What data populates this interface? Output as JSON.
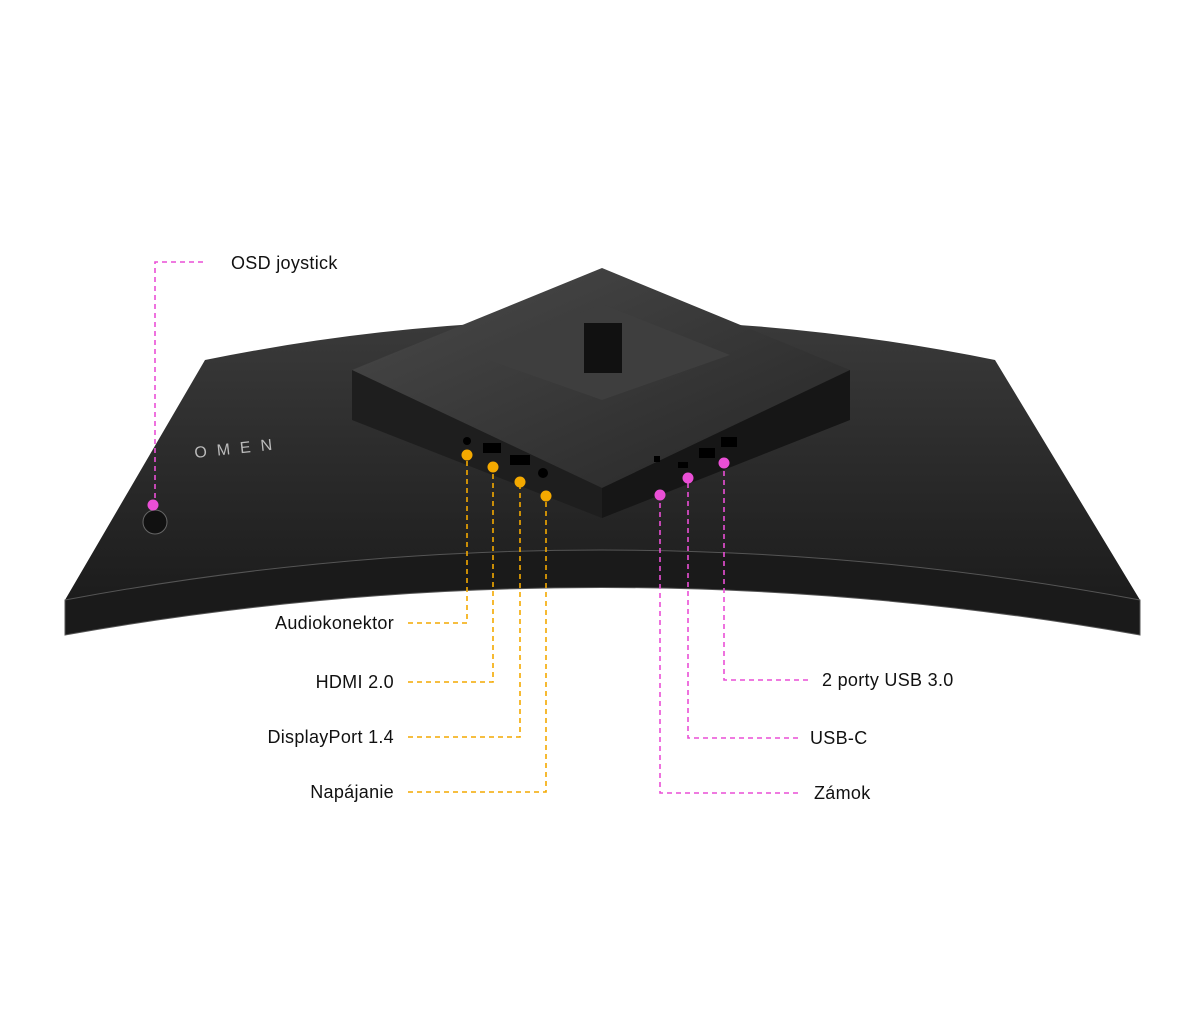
{
  "brand_logo": "OMEN",
  "colors": {
    "left_callout": "#f4a900",
    "right_callout": "#ea4fd6",
    "monitor": "#2b2b2b"
  },
  "callouts": {
    "osd": "OSD joystick",
    "audio": "Audiokonektor",
    "hdmi": "HDMI 2.0",
    "displayport": "DisplayPort 1.4",
    "power": "Napájanie",
    "usb3": "2 porty USB 3.0",
    "usbc": "USB-C",
    "lock": "Zámok"
  }
}
